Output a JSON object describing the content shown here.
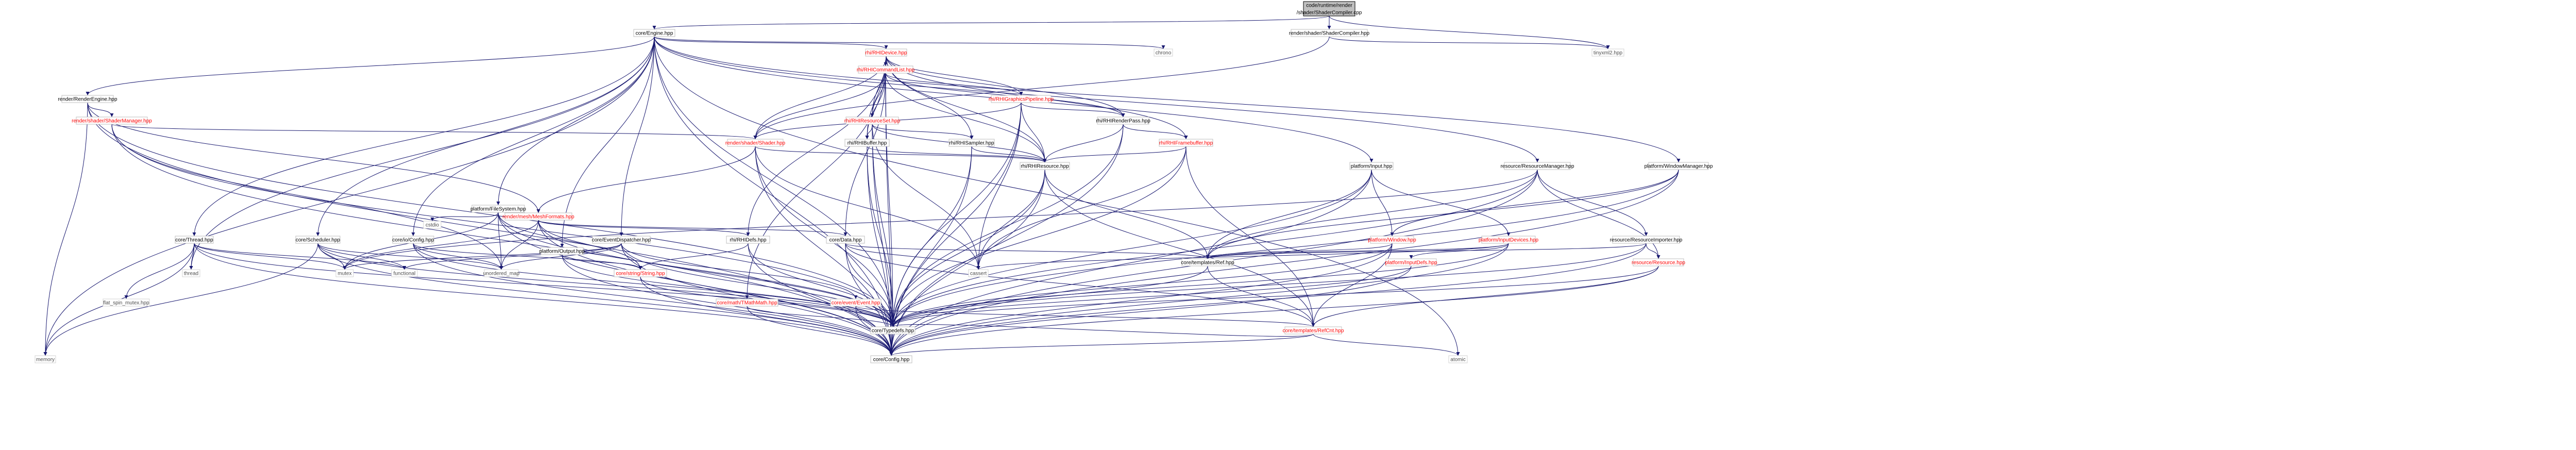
{
  "colors": {
    "edge": "#191970",
    "root_fill": "#bfbfbf",
    "node_border": "#bfbfbf",
    "broken_link_text": "#ff0000",
    "external_text": "#4d4d4d"
  },
  "graph": {
    "root": "code/runtime/render/shader/ShaderCompiler.cpp",
    "nodes": [
      {
        "id": "root",
        "lines": [
          "code/runtime/render",
          "/shader/ShaderCompiler.cpp"
        ],
        "style": "root"
      },
      {
        "id": "engine",
        "lines": [
          "core/Engine.hpp"
        ],
        "style": "normal"
      },
      {
        "id": "shadercompiler",
        "lines": [
          "render/shader/ShaderCompiler.hpp"
        ],
        "style": "normal"
      },
      {
        "id": "tinyxml2",
        "lines": [
          "tinyxml2.hpp"
        ],
        "style": "external"
      },
      {
        "id": "rhidevice",
        "lines": [
          "rhi/RHIDevice.hpp"
        ],
        "style": "red"
      },
      {
        "id": "chrono",
        "lines": [
          "chrono"
        ],
        "style": "external"
      },
      {
        "id": "renderengine",
        "lines": [
          "render/RenderEngine.hpp"
        ],
        "style": "normal"
      },
      {
        "id": "rhicommandlist",
        "lines": [
          "rhi/RHICommandList.hpp"
        ],
        "style": "red"
      },
      {
        "id": "shadermanager",
        "lines": [
          "render/shader/ShaderManager.hpp"
        ],
        "style": "red"
      },
      {
        "id": "rhigraphicspipeline",
        "lines": [
          "rhi/RHIGraphicsPipeline.hpp"
        ],
        "style": "red"
      },
      {
        "id": "rhirenderpass",
        "lines": [
          "rhi/RHIRenderPass.hpp"
        ],
        "style": "normal"
      },
      {
        "id": "rhiresourceset",
        "lines": [
          "rhi/RHIResourceSet.hpp"
        ],
        "style": "red"
      },
      {
        "id": "shader",
        "lines": [
          "render/shader/Shader.hpp"
        ],
        "style": "red"
      },
      {
        "id": "rhibuffer",
        "lines": [
          "rhi/RHIBuffer.hpp"
        ],
        "style": "normal"
      },
      {
        "id": "rhisampler",
        "lines": [
          "rhi/RHISampler.hpp"
        ],
        "style": "normal"
      },
      {
        "id": "rhiframebuffer",
        "lines": [
          "rhi/RHIFramebuffer.hpp"
        ],
        "style": "red"
      },
      {
        "id": "rhiresource",
        "lines": [
          "rhi/RHIResource.hpp"
        ],
        "style": "normal"
      },
      {
        "id": "platforminput",
        "lines": [
          "platform/Input.hpp"
        ],
        "style": "normal"
      },
      {
        "id": "resourcemanager",
        "lines": [
          "resource/ResourceManager.hpp"
        ],
        "style": "normal"
      },
      {
        "id": "windowmanager",
        "lines": [
          "platform/WindowManager.hpp"
        ],
        "style": "normal"
      },
      {
        "id": "filesystem",
        "lines": [
          "platform/FileSystem.hpp"
        ],
        "style": "normal"
      },
      {
        "id": "meshformats",
        "lines": [
          "render/mesh/MeshFormats.hpp"
        ],
        "style": "red"
      },
      {
        "id": "eventdispatcher",
        "lines": [
          "core/EventDispatcher.hpp"
        ],
        "style": "normal"
      },
      {
        "id": "rhidefs",
        "lines": [
          "rhi/RHIDefs.hpp"
        ],
        "style": "normal"
      },
      {
        "id": "coredata",
        "lines": [
          "core/Data.hpp"
        ],
        "style": "normal"
      },
      {
        "id": "platformwindow",
        "lines": [
          "platform/Window.hpp"
        ],
        "style": "red"
      },
      {
        "id": "inputdevices",
        "lines": [
          "platform/InputDevices.hpp"
        ],
        "style": "red"
      },
      {
        "id": "resourceimporter",
        "lines": [
          "resource/ResourceImporter.hpp"
        ],
        "style": "normal"
      },
      {
        "id": "corethread",
        "lines": [
          "core/Thread.hpp"
        ],
        "style": "normal"
      },
      {
        "id": "scheduler",
        "lines": [
          "core/Scheduler.hpp"
        ],
        "style": "normal"
      },
      {
        "id": "ioconfig",
        "lines": [
          "core/io/Config.hpp"
        ],
        "style": "normal"
      },
      {
        "id": "platformoutput",
        "lines": [
          "platform/Output.hpp"
        ],
        "style": "normal"
      },
      {
        "id": "cstdio",
        "lines": [
          "cstdio"
        ],
        "style": "external"
      },
      {
        "id": "ref",
        "lines": [
          "core/templates/Ref.hpp"
        ],
        "style": "normal"
      },
      {
        "id": "inputdefs",
        "lines": [
          "platform/InputDefs.hpp"
        ],
        "style": "red"
      },
      {
        "id": "resource",
        "lines": [
          "resource/Resource.hpp"
        ],
        "style": "red"
      },
      {
        "id": "thread",
        "lines": [
          "thread"
        ],
        "style": "external"
      },
      {
        "id": "mutex",
        "lines": [
          "mutex"
        ],
        "style": "external"
      },
      {
        "id": "functional",
        "lines": [
          "functional"
        ],
        "style": "external"
      },
      {
        "id": "unorderedmap",
        "lines": [
          "unordered_map"
        ],
        "style": "external"
      },
      {
        "id": "string",
        "lines": [
          "core/string/String.hpp"
        ],
        "style": "red"
      },
      {
        "id": "cassert",
        "lines": [
          "cassert"
        ],
        "style": "external"
      },
      {
        "id": "tmathmath",
        "lines": [
          "core/math/TMathMath.hpp"
        ],
        "style": "red"
      },
      {
        "id": "event",
        "lines": [
          "core/event/Event.hpp"
        ],
        "style": "red"
      },
      {
        "id": "flatspinmutex",
        "lines": [
          "flat_spin_mutex.hpp"
        ],
        "style": "external"
      },
      {
        "id": "typedefs",
        "lines": [
          "core/Typedefs.hpp"
        ],
        "style": "normal"
      },
      {
        "id": "refcnt",
        "lines": [
          "core/templates/RefCnt.hpp"
        ],
        "style": "red"
      },
      {
        "id": "memory",
        "lines": [
          "memory"
        ],
        "style": "external"
      },
      {
        "id": "config",
        "lines": [
          "core/Config.hpp"
        ],
        "style": "normal"
      },
      {
        "id": "atomic",
        "lines": [
          "atomic"
        ],
        "style": "external"
      }
    ]
  }
}
